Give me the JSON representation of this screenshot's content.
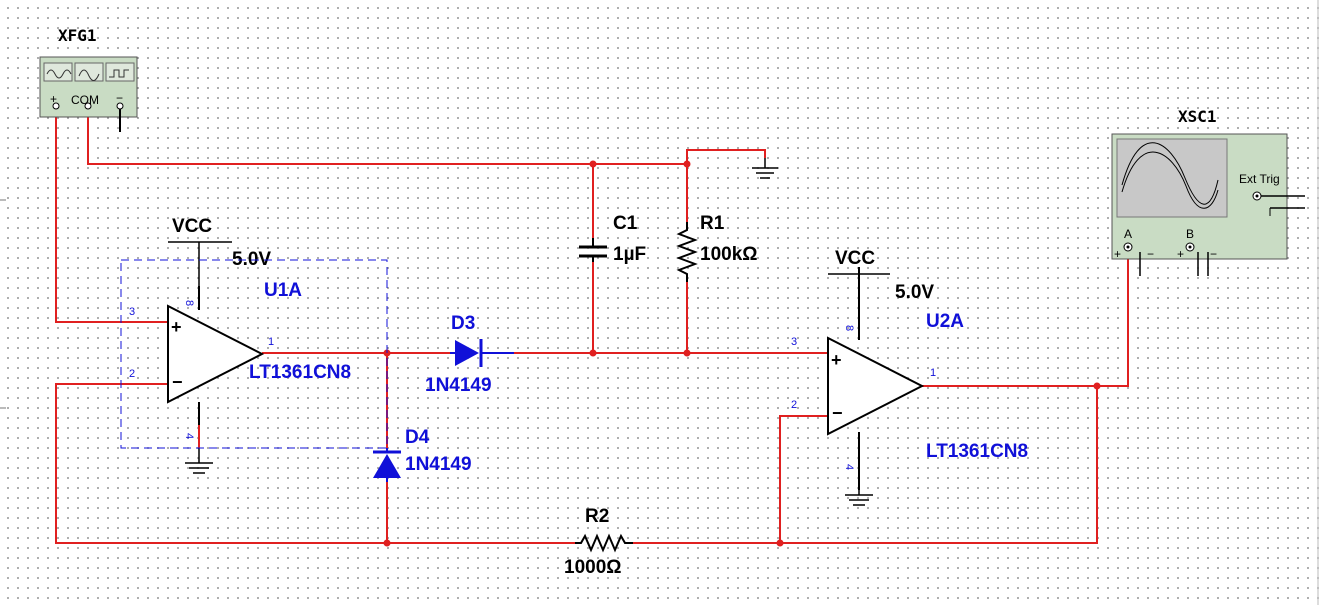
{
  "instruments": {
    "function_generator": {
      "ref": "XFG1",
      "plus": "+",
      "com": "COM",
      "minus": "−"
    },
    "oscilloscope": {
      "ref": "XSC1",
      "ext_trig": "Ext Trig",
      "channel_a": "A",
      "channel_b": "B"
    }
  },
  "power": {
    "vcc1": {
      "name": "VCC",
      "voltage": "5.0V"
    },
    "vcc2": {
      "name": "VCC",
      "voltage": "5.0V"
    }
  },
  "opamps": {
    "u1": {
      "ref": "U1A",
      "part": "LT1361CN8",
      "pin_in_plus": "3",
      "pin_in_minus": "2",
      "pin_out": "1",
      "pin_vplus": "8",
      "pin_vminus": "4"
    },
    "u2": {
      "ref": "U2A",
      "part": "LT1361CN8",
      "pin_in_plus": "3",
      "pin_in_minus": "2",
      "pin_out": "1",
      "pin_vplus": "8",
      "pin_vminus": "4"
    }
  },
  "components": {
    "c1": {
      "ref": "C1",
      "value": "1µF"
    },
    "r1": {
      "ref": "R1",
      "value": "100kΩ"
    },
    "r2": {
      "ref": "R2",
      "value": "1000Ω"
    },
    "d3": {
      "ref": "D3",
      "part": "1N4149"
    },
    "d4": {
      "ref": "D4",
      "part": "1N4149"
    }
  },
  "colors": {
    "wire": "#e02020",
    "component": "#000000",
    "label": "#1010d8",
    "junction": "#e02020"
  }
}
